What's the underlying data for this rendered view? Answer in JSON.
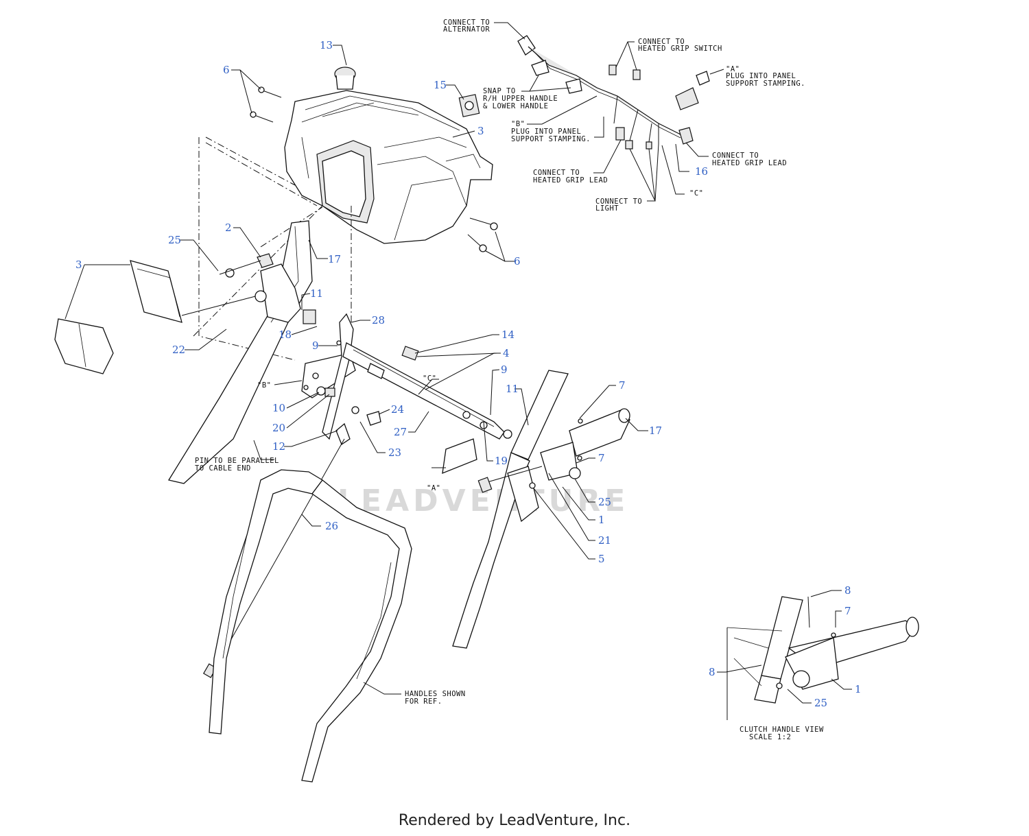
{
  "callouts": [
    "13",
    "6",
    "15",
    "3",
    "2",
    "25",
    "17",
    "3",
    "11",
    "18",
    "9",
    "22",
    "28",
    "14",
    "4",
    "9",
    "11",
    "7",
    "17",
    "10",
    "20",
    "24",
    "12",
    "27",
    "23",
    "19",
    "7",
    "25",
    "1",
    "21",
    "5",
    "26",
    "6",
    "16",
    "8",
    "7",
    "8",
    "1",
    "25"
  ],
  "notes": [
    {
      "lines": [
        "CONNECT TO",
        "ALTERNATOR"
      ]
    },
    {
      "lines": [
        "CONNECT TO",
        "HEATED GRIP SWITCH"
      ]
    },
    {
      "lines": [
        "\"A\"",
        "PLUG INTO PANEL",
        "SUPPORT STAMPING."
      ]
    },
    {
      "lines": [
        "SNAP TO",
        "R/H  UPPER HANDLE",
        "& LOWER HANDLE"
      ]
    },
    {
      "lines": [
        "\"B\"",
        "PLUG INTO PANEL",
        "SUPPORT STAMPING."
      ]
    },
    {
      "lines": [
        "CONNECT TO",
        "HEATED GRIP LEAD"
      ]
    },
    {
      "lines": [
        "CONNECT TO",
        "HEATED GRIP LEAD"
      ]
    },
    {
      "lines": [
        "CONNECT TO",
        "LIGHT"
      ]
    },
    {
      "lines": [
        "\"C\""
      ]
    },
    {
      "lines": [
        "\"C\""
      ]
    },
    {
      "lines": [
        "\"B\""
      ]
    },
    {
      "lines": [
        "\"A\""
      ]
    },
    {
      "lines": [
        "PIN TO BE PARALLEL",
        "TO CABLE END"
      ]
    },
    {
      "lines": [
        "HANDLES SHOWN",
        "FOR REF."
      ]
    },
    {
      "lines": [
        "CLUTCH HANDLE VIEW",
        "SCALE 1:2"
      ]
    }
  ],
  "watermark": "LEADVENTURE",
  "footer": "Rendered by LeadVenture, Inc."
}
